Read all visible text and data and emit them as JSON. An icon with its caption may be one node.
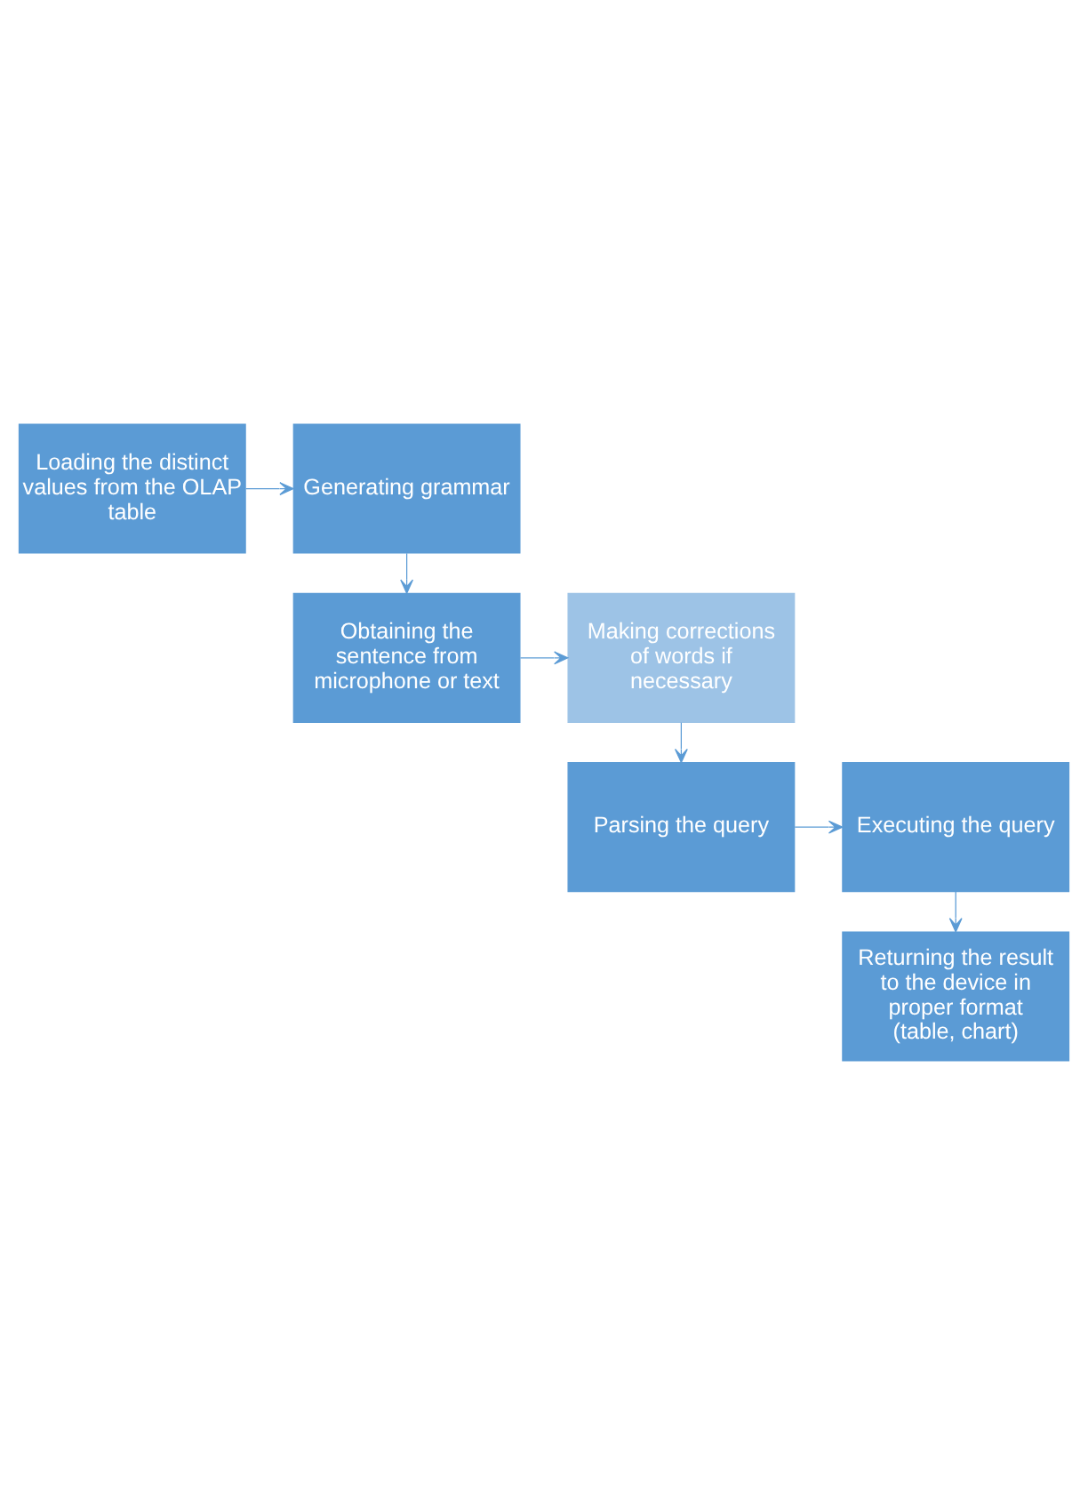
{
  "diagram": {
    "nodes": [
      {
        "text": [
          "Loading the distinct values from the OLAP table"
        ]
      },
      {
        "text": [
          "Generating grammar"
        ]
      },
      {
        "text": [
          "Obtaining the sentence from microphone or text"
        ]
      },
      {
        "text": [
          "Making corrections of words if necessary"
        ]
      },
      {
        "text": [
          "Parsing the query"
        ]
      },
      {
        "text": [
          "Executing the query"
        ]
      },
      {
        "text": [
          "Returning the result to the device in proper format (table, chart)"
        ]
      }
    ],
    "edges": [
      {
        "from": 0,
        "to": 1,
        "arrow": "to"
      },
      {
        "from": 1,
        "to": 2,
        "arrow": "to"
      },
      {
        "from": 2,
        "to": 3,
        "arrow": "to"
      },
      {
        "from": 3,
        "to": 4,
        "arrow": "to"
      },
      {
        "from": 4,
        "to": 5,
        "arrow": "to"
      },
      {
        "from": 5,
        "to": 6,
        "arrow": "to"
      }
    ]
  }
}
